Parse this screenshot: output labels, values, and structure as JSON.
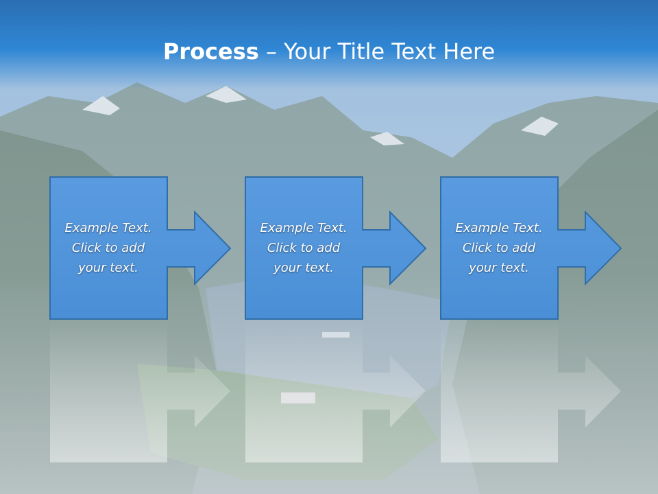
{
  "title": {
    "bold": "Process",
    "rest": " – Your Title Text Here"
  },
  "steps": [
    {
      "text": "Example Text.\nClick  to add\nyour text."
    },
    {
      "text": "Example Text.\nClick  to add\nyour text."
    },
    {
      "text": "Example Text.\nClick  to add\nyour text."
    }
  ],
  "colors": {
    "box_fill": "#4a8fd6",
    "box_stroke": "#2f6ea8",
    "title_bar": "#2f86d4"
  }
}
